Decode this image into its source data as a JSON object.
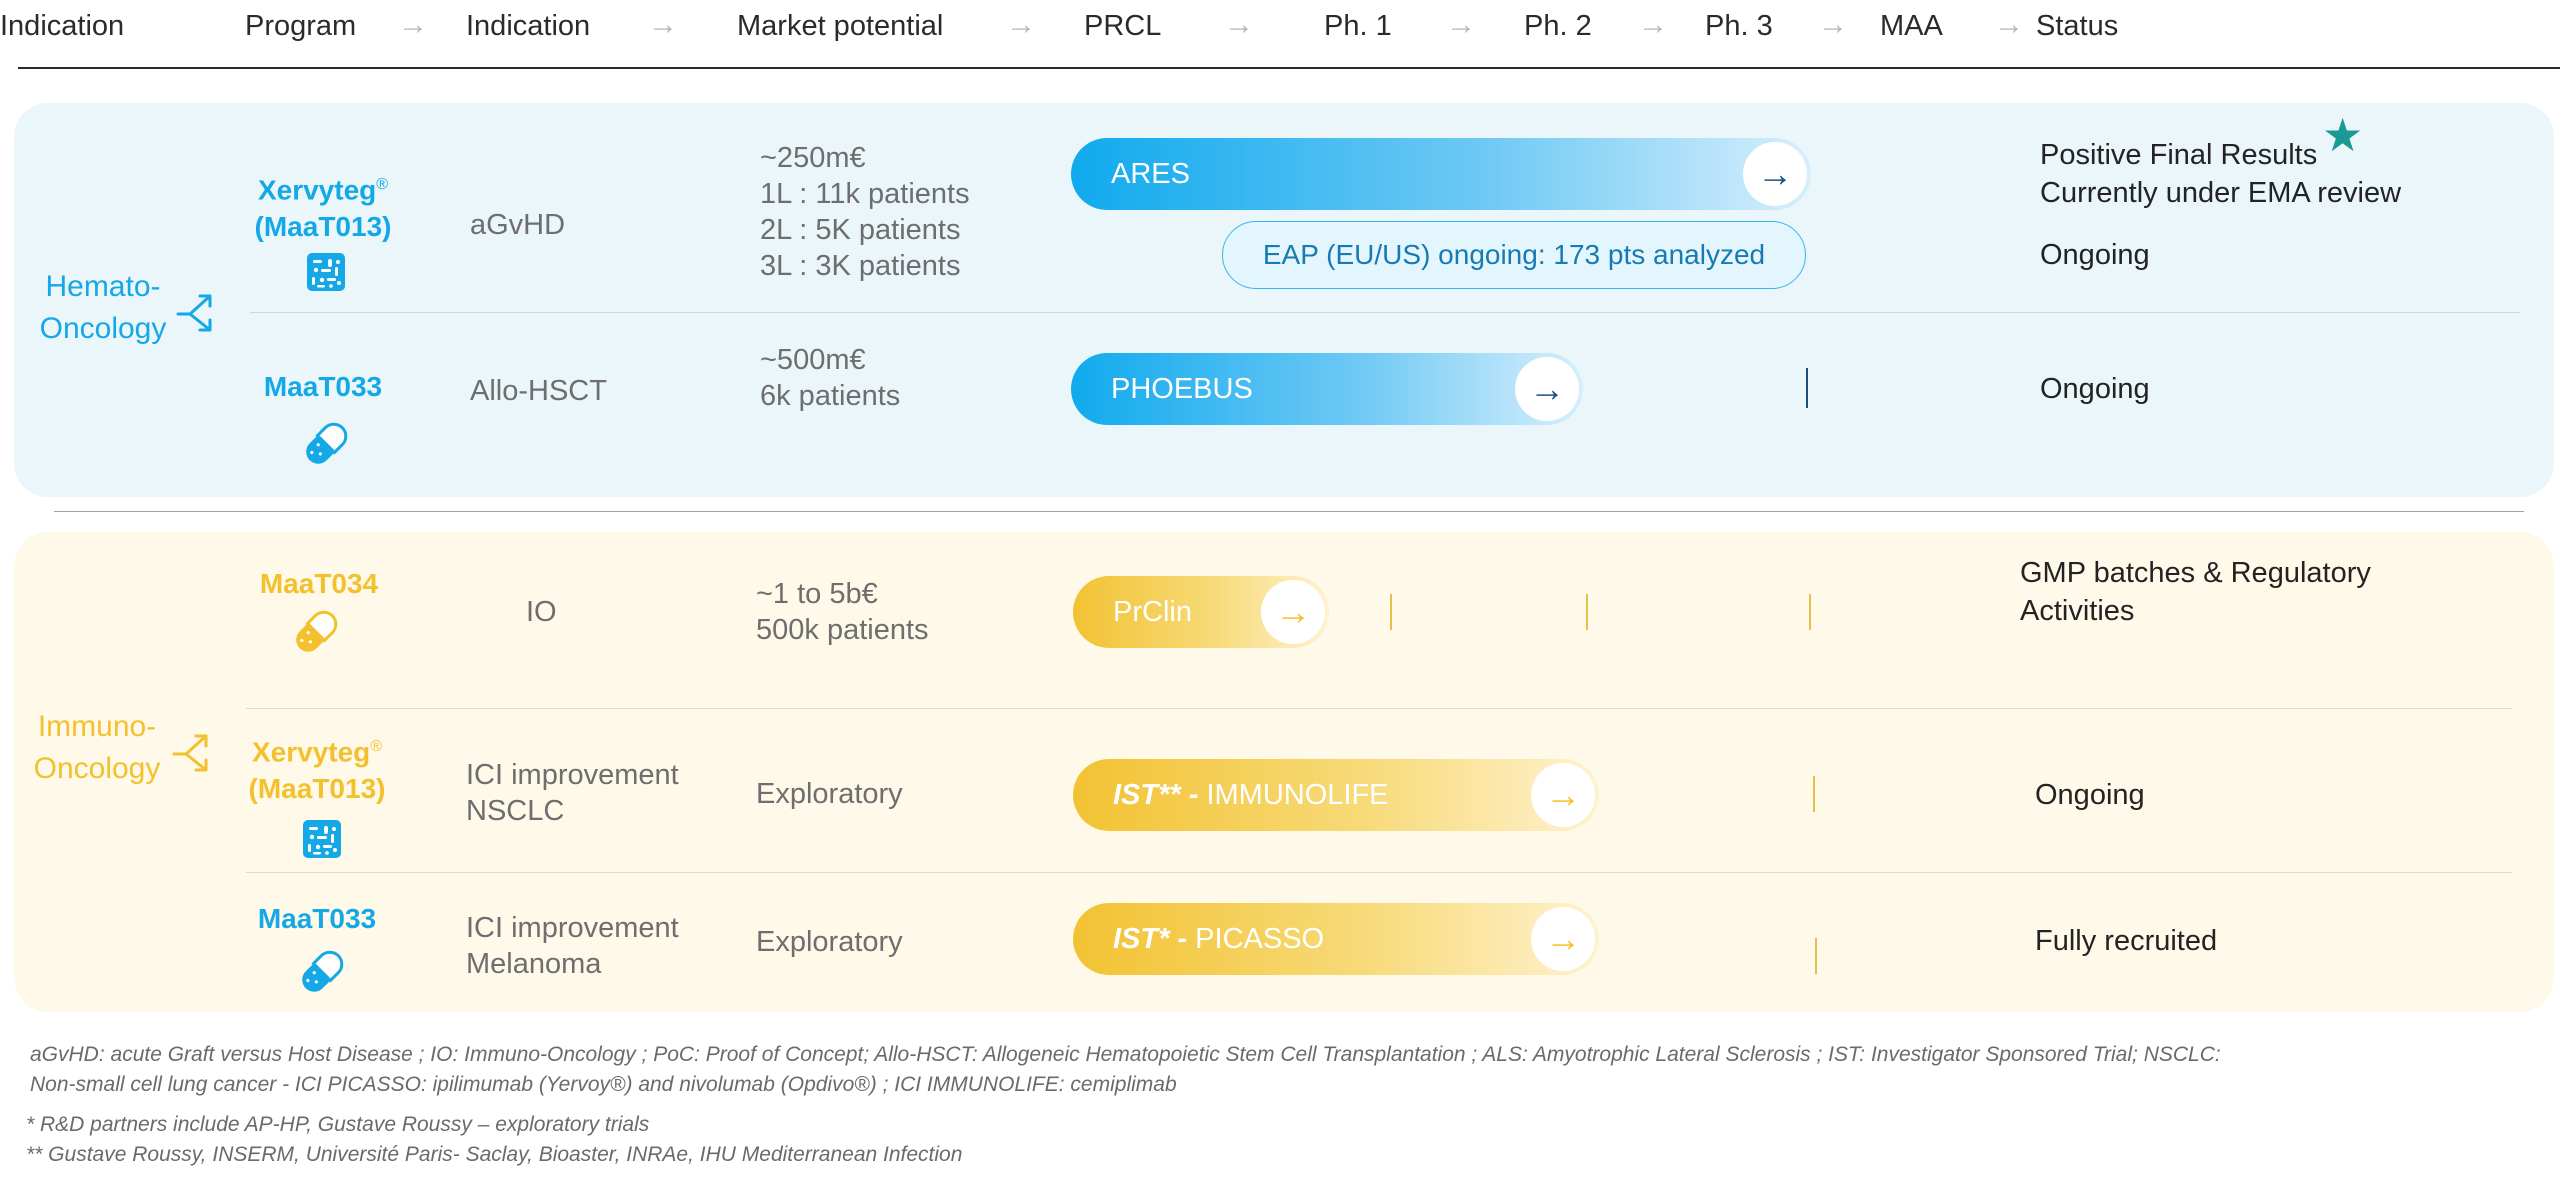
{
  "header": {
    "columns": [
      "Indication",
      "Program",
      "Indication",
      "Market potential",
      "PRCL",
      "Ph. 1",
      "Ph. 2",
      "Ph. 3",
      "MAA",
      "Status"
    ],
    "arrow": "→"
  },
  "groups": {
    "hemato": {
      "line1": "Hemato-",
      "line2": "Oncology"
    },
    "immuno": {
      "line1": "Immuno-",
      "line2": "Oncology"
    }
  },
  "rows": [
    {
      "program_line1": "Xervyteg",
      "program_sup": "®",
      "program_line2": "(MaaT013)",
      "indication": "aGvHD",
      "market": [
        "~250m€",
        "1L : 11k patients",
        "2L : 5K patients",
        "3L : 3K patients"
      ],
      "trial": "ARES",
      "eap": "EAP (EU/US) ongoing: 173 pts analyzed",
      "status": [
        "Positive Final Results",
        "Currently under EMA review"
      ],
      "status2": "Ongoing",
      "icon": "microbiome-icon"
    },
    {
      "program_line1": "MaaT033",
      "indication": "Allo-HSCT",
      "market": [
        "~500m€",
        "6k patients"
      ],
      "trial": "PHOEBUS",
      "status": [
        "Ongoing"
      ],
      "icon": "capsule-icon"
    },
    {
      "program_line1": "MaaT034",
      "indication": "IO",
      "market": [
        "~1 to 5b€",
        "500k patients"
      ],
      "trial": "PrClin",
      "status": [
        "GMP batches & Regulatory",
        "Activities"
      ],
      "icon": "capsule-icon"
    },
    {
      "program_line1": "Xervyteg",
      "program_sup": "®",
      "program_line2": "(MaaT013)",
      "indication": [
        "ICI improvement",
        "NSCLC"
      ],
      "market": [
        "Exploratory"
      ],
      "trial_bold": "IST** -",
      "trial": " IMMUNOLIFE",
      "status": [
        "Ongoing"
      ],
      "icon": "microbiome-icon"
    },
    {
      "program_line1": "MaaT033",
      "indication": [
        "ICI improvement",
        "Melanoma"
      ],
      "market": [
        "Exploratory"
      ],
      "trial_bold": "IST* -",
      "trial": " PICASSO",
      "status": [
        "Fully recruited"
      ],
      "icon": "capsule-icon"
    }
  ],
  "footnotes": [
    "aGvHD: acute Graft versus Host Disease ; IO: Immuno-Oncology ; PoC: Proof of Concept; Allo-HSCT: Allogeneic Hematopoietic Stem Cell Transplantation ; ALS: Amyotrophic Lateral Sclerosis ; IST: Investigator Sponsored Trial; NSCLC:",
    "Non-small cell lung cancer - ICI PICASSO: ipilimumab (Yervoy®) and nivolumab (Opdivo®) ; ICI IMMUNOLIFE: cemiplimab",
    "* R&D partners include AP-HP, Gustave Roussy – exploratory trials",
    "** Gustave Roussy, INSERM, Université Paris- Saclay, Bioaster, INRAe, IHU Mediterranean Infection"
  ],
  "colors": {
    "blue": "#14a8e6",
    "yellow": "#f2c12d",
    "navy": "#1d4f85",
    "star": "#1a9a95"
  }
}
